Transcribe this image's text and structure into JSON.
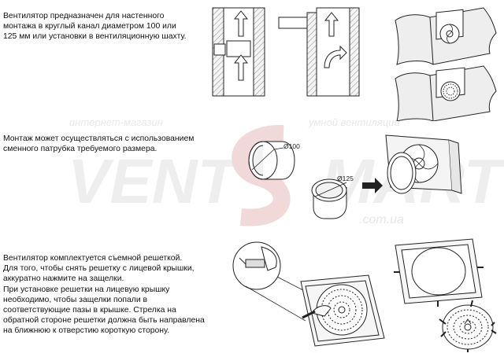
{
  "sections": [
    {
      "text_lines": [
        "Вентилятор предназначен для настенного",
        "монтажа в круглый канал диаметром 100 или",
        "125 мм или установки в вентиляционную шахту."
      ]
    },
    {
      "text_lines": [
        "Монтаж может осуществляться с использованием",
        "сменного патрубка требуемого размера."
      ],
      "dimension_labels": [
        "Ø100",
        "Ø125"
      ]
    },
    {
      "text_lines": [
        "Вентилятор комплектуется съемной решеткой.",
        "Для того, чтобы снять решетку с лицевой крышки,",
        "аккуратно нажмите на защелки.",
        "При установке решетки на лицевую крышку",
        "необходимо, чтобы защелки попали в",
        "соответствующие пазы в крышке. Стрелка на",
        "обратной стороне решетки должна быть направлена",
        "на ближнюю к отверстию короткую сторону."
      ]
    }
  ],
  "watermark": {
    "tagline_left": "интернет-магазин",
    "tagline_right": "умной вентиляции",
    "brand_left": "VENT",
    "brand_right": "MART",
    "domain": ".com.ua"
  },
  "colors": {
    "watermark": "#ececec",
    "line": "#222222",
    "hatch_fill": "#dcdcdc"
  },
  "icons": [
    "airflow-arrow-icon",
    "pressure-arrow-icon"
  ]
}
